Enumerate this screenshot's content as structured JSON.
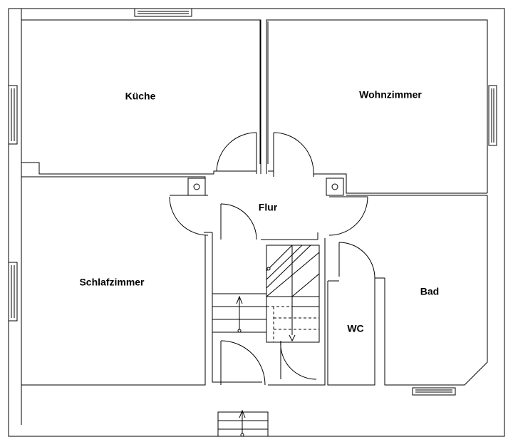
{
  "rooms": {
    "kueche": "Küche",
    "wohnzimmer": "Wohnzimmer",
    "flur": "Flur",
    "schlafzimmer": "Schlafzimmer",
    "bad": "Bad",
    "wc": "WC"
  },
  "colors": {
    "line": "#000000",
    "background": "#ffffff"
  }
}
